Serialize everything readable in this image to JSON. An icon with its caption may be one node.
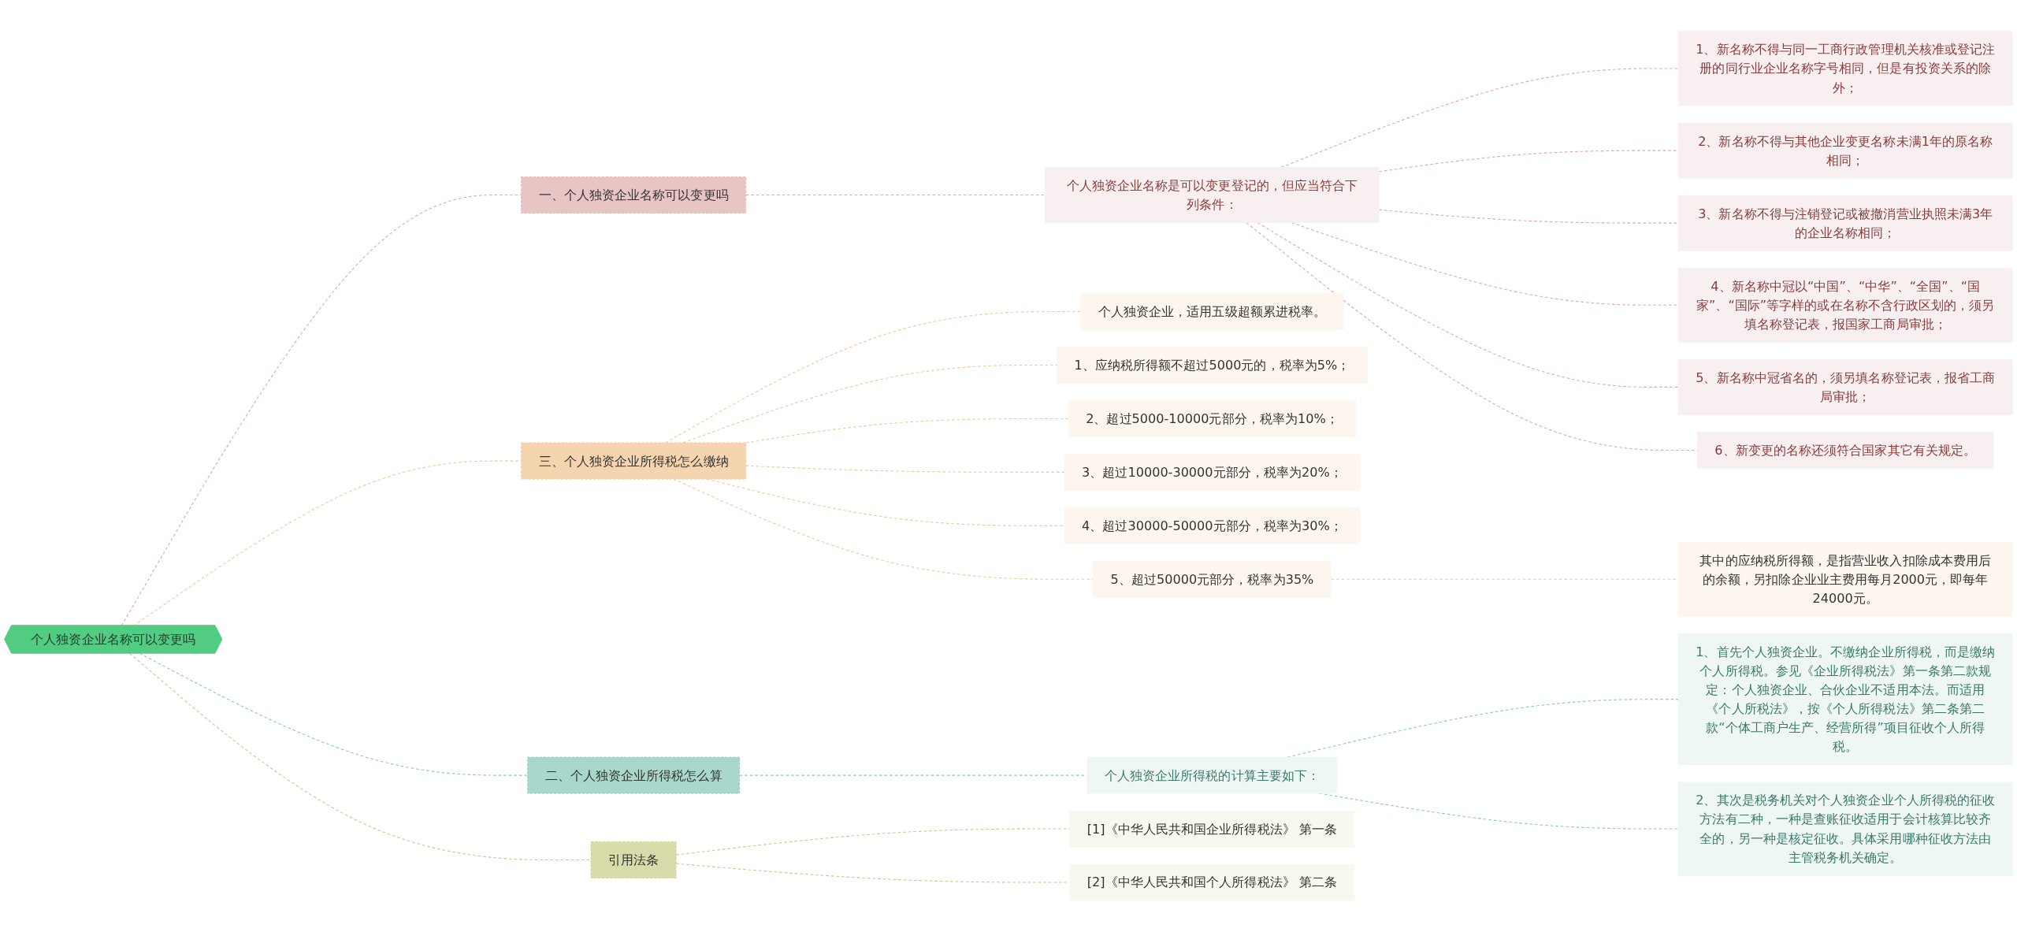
{
  "diagram": {
    "nodes": [
      {
        "text": [
          "个人独资企业名称可以变更吗"
        ]
      },
      {
        "text": [
          "一、个人独资企业名称可以变更吗"
        ]
      },
      {
        "text": [
          "个人独资企业名称是可以变更登记的，但应当符合下列条件："
        ]
      },
      {
        "text": [
          "1、新名称不得与同一工商行政管理机关核准或登记注册的同行业企业名称字号相同，但是有投资关系的除外；"
        ]
      },
      {
        "text": [
          "2、新名称不得与其他企业变更名称未满1年的原名称相同；"
        ]
      },
      {
        "text": [
          "3、新名称不得与注销登记或被撤消营业执照未满3年的企业名称相同；"
        ]
      },
      {
        "text": [
          "4、新名称中冠以“中国”、“中华”、“全国”、“国家”、“国际”等字样的或在名称不含行政区划的，须另填名称登记表，报国家工商局审批；"
        ]
      },
      {
        "text": [
          "5、新名称中冠省名的，须另填名称登记表，报省工商局审批；"
        ]
      },
      {
        "text": [
          "6、新变更的名称还须符合国家其它有关规定。"
        ]
      },
      {
        "text": [
          "三、个人独资企业所得税怎么缴纳"
        ]
      },
      {
        "text": [
          "个人独资企业，适用五级超额累进税率。"
        ]
      },
      {
        "text": [
          "1、应纳税所得额不超过5000元的，税率为5%；"
        ]
      },
      {
        "text": [
          "2、超过5000-10000元部分，税率为10%；"
        ]
      },
      {
        "text": [
          "3、超过10000-30000元部分，税率为20%；"
        ]
      },
      {
        "text": [
          "4、超过30000-50000元部分，税率为30%；"
        ]
      },
      {
        "text": [
          "5、超过50000元部分，税率为35%"
        ]
      },
      {
        "text": [
          "其中的应纳税所得额，是指营业收入扣除成本费用后的余额，另扣除企业业主费用每月2000元，即每年24000元。"
        ]
      },
      {
        "text": [
          "二、个人独资企业所得税怎么算"
        ]
      },
      {
        "text": [
          "个人独资企业所得税的计算主要如下："
        ]
      },
      {
        "text": [
          "1、首先个人独资企业。不缴纳企业所得税，而是缴纳个人所得税。参见《企业所得税法》第一条第二款规定：个人独资企业、合伙企业不适用本法。而适用《个人所税法》，按《个人所得税法》第二条第二款“个体工商户生产、经营所得”项目征收个人所得税。"
        ]
      },
      {
        "text": [
          "2、其次是税务机关对个人独资企业个人所得税的征收方法有二种，一种是查账征收适用于会计核算比较齐全的，另一种是核定征收。具体采用哪种征收方法由主管税务机关确定。"
        ]
      },
      {
        "text": [
          "引用法条"
        ]
      },
      {
        "text": [
          "[1]《中华人民共和国企业所得税法》 第一条"
        ]
      },
      {
        "text": [
          "[2]《中华人民共和国个人所得税法》 第二条"
        ]
      }
    ],
    "edges": [
      {
        "from": 0,
        "to": 1,
        "arrow": "none",
        "style": "dashed",
        "color": "#e0a8a8"
      },
      {
        "from": 1,
        "to": 2,
        "arrow": "none",
        "style": "dashed",
        "color": "#e0a8a8"
      },
      {
        "from": 2,
        "to": 3,
        "arrow": "none",
        "style": "dashed",
        "color": "#e0a8a8"
      },
      {
        "from": 2,
        "to": 4,
        "arrow": "none",
        "style": "dashed",
        "color": "#e0a8a8"
      },
      {
        "from": 2,
        "to": 5,
        "arrow": "none",
        "style": "dashed",
        "color": "#e0a8a8"
      },
      {
        "from": 2,
        "to": 6,
        "arrow": "none",
        "style": "dashed",
        "color": "#e0a8a8"
      },
      {
        "from": 2,
        "to": 7,
        "arrow": "none",
        "style": "dashed",
        "color": "#e0a8a8"
      },
      {
        "from": 2,
        "to": 8,
        "arrow": "none",
        "style": "dashed",
        "color": "#e0a8a8"
      },
      {
        "from": 0,
        "to": 9,
        "arrow": "none",
        "style": "dashed",
        "color": "#f0c89a"
      },
      {
        "from": 9,
        "to": 10,
        "arrow": "none",
        "style": "dashed",
        "color": "#f0c89a"
      },
      {
        "from": 9,
        "to": 11,
        "arrow": "none",
        "style": "dashed",
        "color": "#f0c89a"
      },
      {
        "from": 9,
        "to": 12,
        "arrow": "none",
        "style": "dashed",
        "color": "#f0c89a"
      },
      {
        "from": 9,
        "to": 13,
        "arrow": "none",
        "style": "dashed",
        "color": "#f0c89a"
      },
      {
        "from": 9,
        "to": 14,
        "arrow": "none",
        "style": "dashed",
        "color": "#f0c89a"
      },
      {
        "from": 9,
        "to": 15,
        "arrow": "none",
        "style": "dashed",
        "color": "#f0c89a"
      },
      {
        "from": 15,
        "to": 16,
        "arrow": "none",
        "style": "dashed",
        "color": "#f0c89a"
      },
      {
        "from": 0,
        "to": 17,
        "arrow": "none",
        "style": "dashed",
        "color": "#8cc8bc"
      },
      {
        "from": 17,
        "to": 18,
        "arrow": "none",
        "style": "dashed",
        "color": "#8cc8bc"
      },
      {
        "from": 18,
        "to": 19,
        "arrow": "none",
        "style": "dashed",
        "color": "#8cc8bc"
      },
      {
        "from": 18,
        "to": 20,
        "arrow": "none",
        "style": "dashed",
        "color": "#8cc8bc"
      },
      {
        "from": 0,
        "to": 21,
        "arrow": "none",
        "style": "dashed",
        "color": "#c8c890"
      },
      {
        "from": 21,
        "to": 22,
        "arrow": "none",
        "style": "dashed",
        "color": "#c8c890"
      },
      {
        "from": 21,
        "to": 23,
        "arrow": "none",
        "style": "dashed",
        "color": "#c8c890"
      }
    ]
  }
}
